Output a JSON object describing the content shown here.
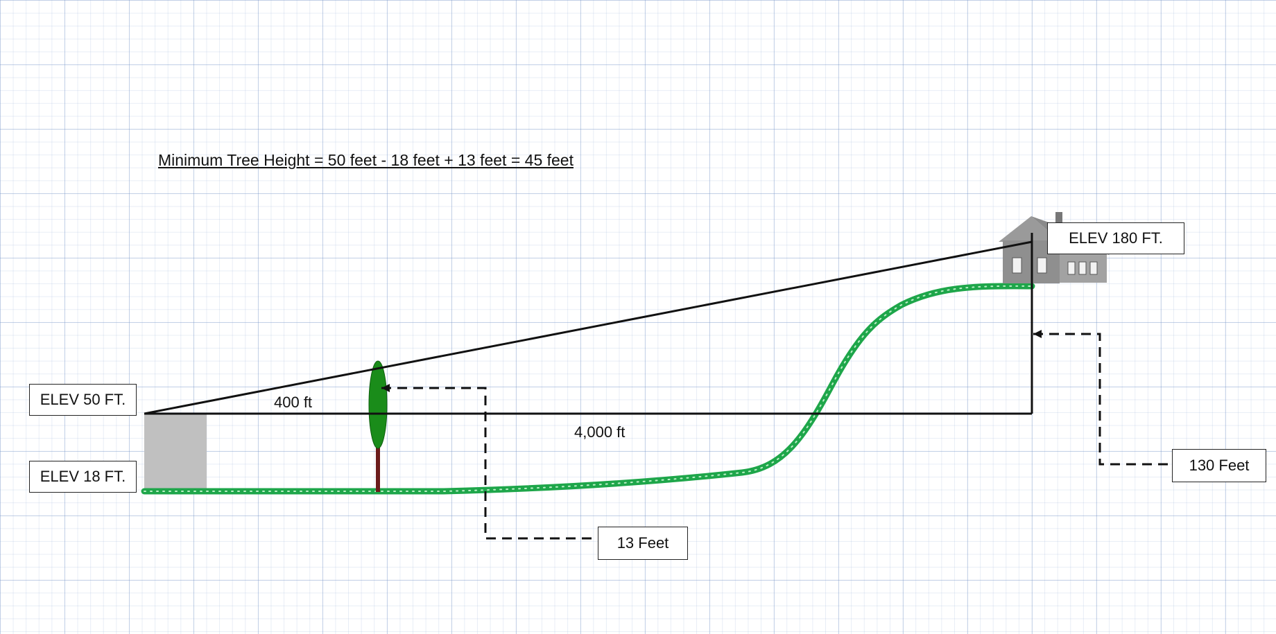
{
  "title": "Minimum Tree Height = 50 feet - 18 feet + 13 feet = 45 feet",
  "labels": {
    "elev_observer": "ELEV 50 FT.",
    "elev_ground": "ELEV 18 FT.",
    "elev_house": "ELEV 180 FT.",
    "dist_tree": "400 ft",
    "dist_house": "4,000 ft",
    "tree_clearance": "13 Feet",
    "house_rise": "130 Feet"
  },
  "icons": [
    "tree-icon",
    "house-icon",
    "observer-platform"
  ],
  "colors": {
    "terrain": "#1ea64a",
    "tree_foliage": "#1a8c1a",
    "tree_trunk": "#6b1b1b",
    "platform": "#c0c0c0",
    "house": "#8a8a8a",
    "lines": "#111111"
  }
}
